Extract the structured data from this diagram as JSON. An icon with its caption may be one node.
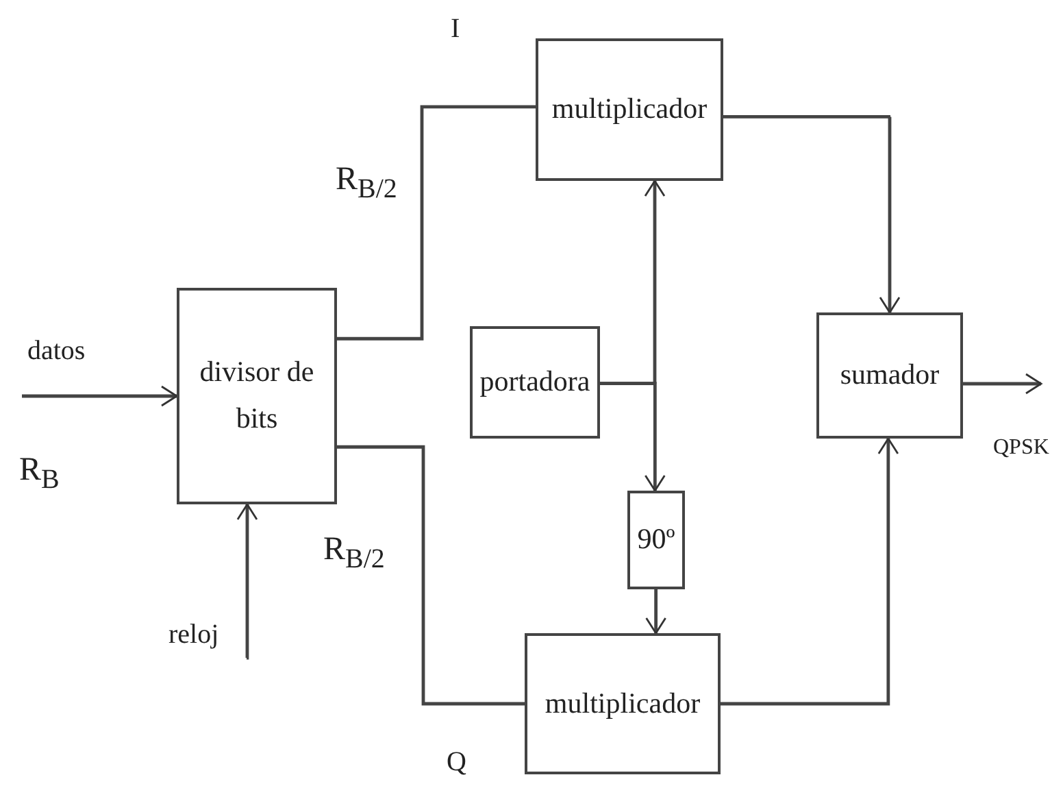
{
  "diagram": {
    "nodes": [
      {
        "text": [
          "divisor de bits"
        ]
      },
      {
        "text": [
          "multiplicador"
        ]
      },
      {
        "text": [
          "portadora"
        ]
      },
      {
        "text": [
          "90º"
        ]
      },
      {
        "text": [
          "sumador"
        ]
      },
      {
        "text": [
          "multiplicador"
        ]
      }
    ],
    "edges": [
      {
        "from": null,
        "to": 0,
        "arrow": "to"
      },
      {
        "from": null,
        "to": 0,
        "arrow": "to"
      },
      {
        "from": 0,
        "to": 1,
        "arrow": "none"
      },
      {
        "from": 0,
        "to": 5,
        "arrow": "none"
      },
      {
        "from": 2,
        "to": 1,
        "arrow": "to"
      },
      {
        "from": 2,
        "to": 3,
        "arrow": "to"
      },
      {
        "from": 3,
        "to": 5,
        "arrow": "to"
      },
      {
        "from": 1,
        "to": 4,
        "arrow": "to"
      },
      {
        "from": 5,
        "to": 4,
        "arrow": "to"
      },
      {
        "from": 4,
        "to": null,
        "arrow": "to"
      }
    ],
    "labels": [
      "I",
      "R$_{B/2}$",
      "datos",
      "R$_{B}$",
      "R$_{B/2}$",
      "reloj",
      "QPSK",
      "Q"
    ]
  }
}
